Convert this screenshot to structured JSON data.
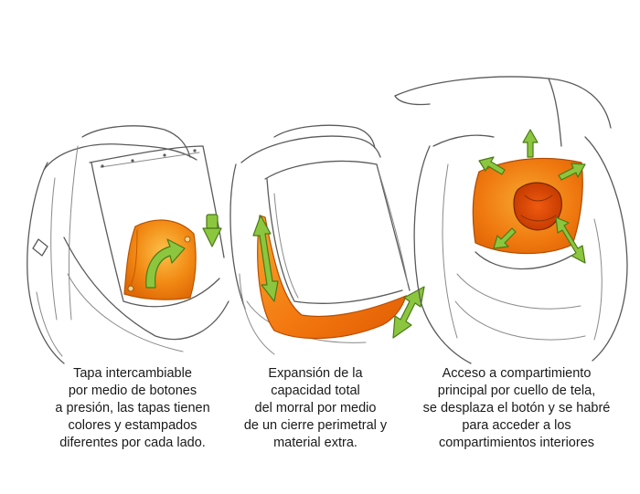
{
  "captions": {
    "left": [
      "Tapa intercambiable",
      "por medio de botones",
      "a presión, las tapas tienen",
      "colores y estampados",
      "diferentes por cada lado."
    ],
    "middle": [
      "Expansión de la",
      "capacidad total",
      "del morral por medio",
      "de un cierre perimetral y",
      "material extra."
    ],
    "right": [
      "Acceso a compartimiento",
      "principal por cuello de tela,",
      "se desplaza el botón y se habré",
      "para acceder a los",
      "compartimientos interiores"
    ]
  },
  "colors": {
    "sketch": "#5a5a5a",
    "orange": "#f07a10",
    "orange_light": "#f9b33a",
    "orange_dark": "#c84400",
    "arrow_green": "#8cc63f",
    "arrow_outline": "#4a7a16"
  }
}
